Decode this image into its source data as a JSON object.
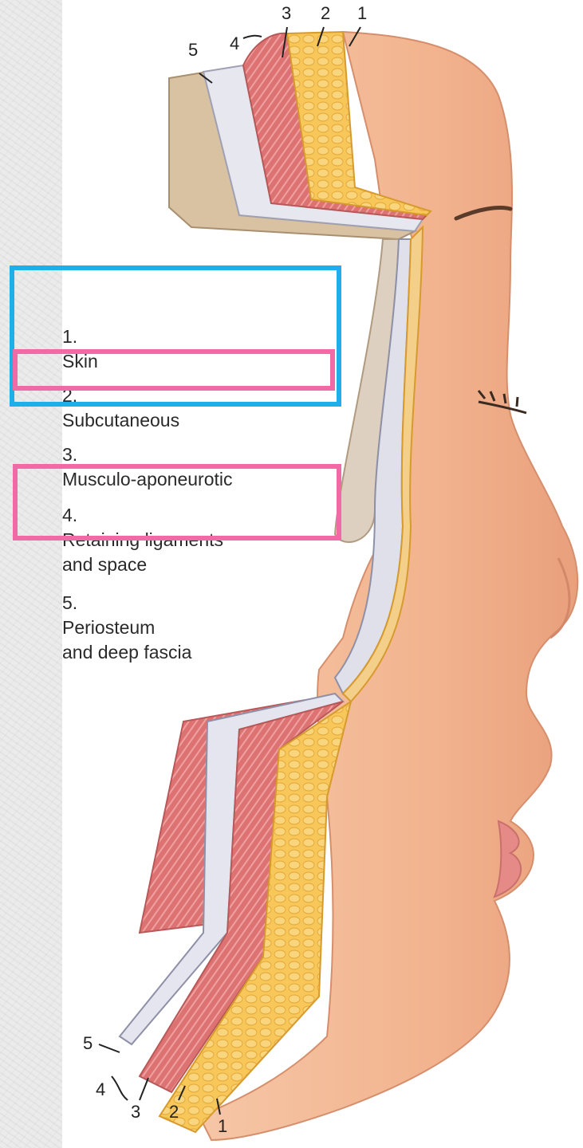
{
  "legend": [
    {
      "number": "1.",
      "text": "Skin"
    },
    {
      "number": "2.",
      "text": "Subcutaneous"
    },
    {
      "number": "3.",
      "text": "Musculo-aponeurotic"
    },
    {
      "number": "4.",
      "text": "Retaining ligaments\nand space"
    },
    {
      "number": "5.",
      "text": "Periosteum\nand deep fascia"
    }
  ],
  "callouts": {
    "top": [
      "1",
      "2",
      "3",
      "4",
      "5"
    ],
    "bottom": [
      "1",
      "2",
      "3",
      "4",
      "5"
    ]
  },
  "colors": {
    "highlight_blue": "#1eaee9",
    "highlight_pink": "#f06aa6",
    "skin": "#f4b896",
    "fat": "#f6c24c",
    "muscle": "#e07c7c",
    "deep_fascia": "#dfe0ea",
    "bone": "#d8c2a3"
  }
}
